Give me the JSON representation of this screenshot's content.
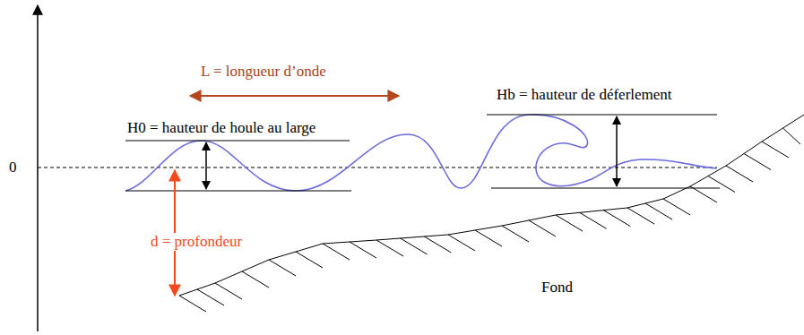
{
  "diagram": {
    "labels": [
      "0",
      "L = longueur d’onde",
      "H0 = hauteur de houle au large",
      "Hb = hauteur de déferlement",
      "d = profondeur",
      "Fond"
    ]
  }
}
